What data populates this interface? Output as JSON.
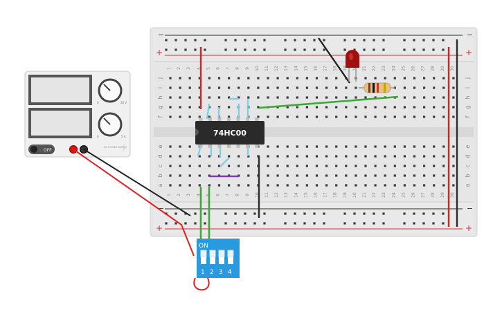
{
  "breadboard": {
    "rail_minus": "−",
    "rail_plus": "+",
    "row_letters_top": [
      "j",
      "i",
      "h",
      "g",
      "f"
    ],
    "row_letters_bottom": [
      "e",
      "d",
      "c",
      "b",
      "a"
    ],
    "columns": [
      "1",
      "2",
      "3",
      "4",
      "5",
      "6",
      "7",
      "8",
      "9",
      "10",
      "11",
      "12",
      "13",
      "14",
      "15",
      "16",
      "17",
      "18",
      "19",
      "20",
      "21",
      "22",
      "23",
      "24",
      "25",
      "26",
      "27",
      "28",
      "29",
      "30"
    ]
  },
  "chip": {
    "label": "74HC00"
  },
  "power_supply": {
    "knob1_tick_low": "0",
    "knob1_tick_high": "30 V",
    "knob2_tick_low": "0",
    "knob2_tick_high": "5 A",
    "switch_label": "OFF",
    "brand_label": "DC POWER SUPPLY"
  },
  "dip_switch": {
    "on_label": "ON",
    "numbers": [
      "1",
      "2",
      "3",
      "4"
    ]
  },
  "colors": {
    "board": "#e6e6e6",
    "rail_red": "#d9262b",
    "rail_black": "#2b2b2b",
    "wire_red": "#e02020",
    "wire_black": "#222222",
    "wire_green": "#3aaa35",
    "wire_cyan": "#7fd0e6",
    "wire_purple": "#7a3fa0",
    "dip_blue": "#2a9ae0",
    "chip": "#2a2a2a",
    "led": "#a01010"
  }
}
